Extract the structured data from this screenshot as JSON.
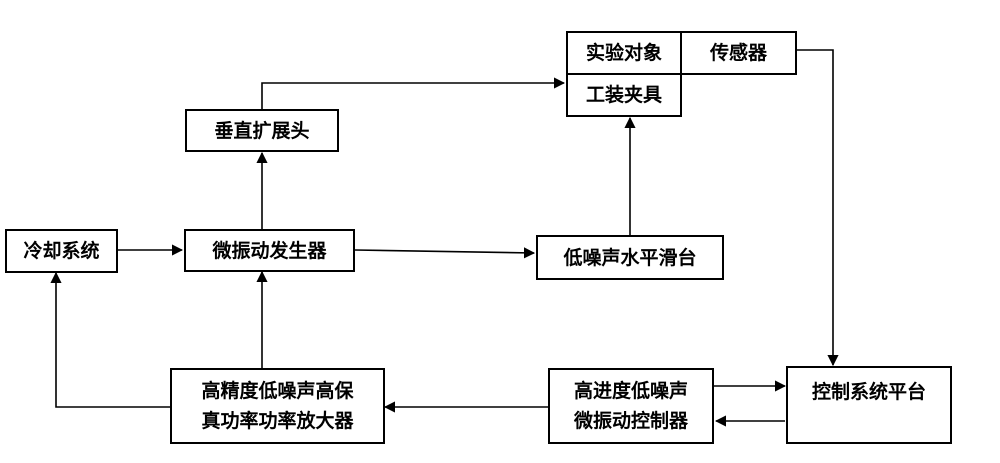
{
  "nodes": {
    "cooling": "冷却系统",
    "generator": "微振动发生器",
    "vertical_head": "垂直扩展头",
    "object": "实验对象",
    "sensor": "传感器",
    "fixture": "工装夹具",
    "slide": "低噪声水平滑台",
    "amplifier": [
      "高精度低噪声高保",
      "真功率功率放大器"
    ],
    "controller": [
      "高进度低噪声",
      "微振动控制器"
    ],
    "platform": "控制系统平台"
  }
}
